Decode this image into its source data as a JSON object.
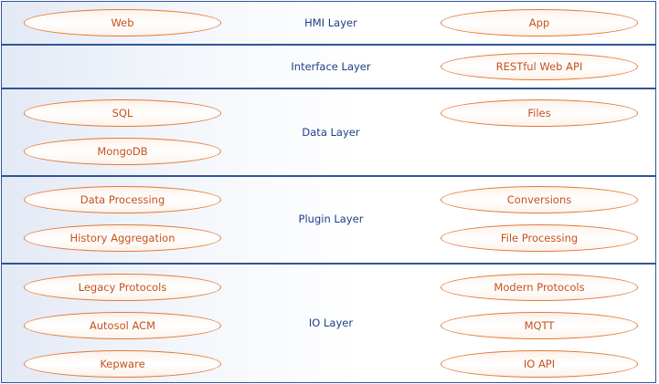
{
  "layers": {
    "hmi": {
      "label": "HMI Layer",
      "left": [
        "Web"
      ],
      "right": [
        "App"
      ]
    },
    "interface": {
      "label": "Interface Layer",
      "left": [],
      "right": [
        "RESTful Web API"
      ]
    },
    "data": {
      "label": "Data Layer",
      "left": [
        "SQL",
        "MongoDB"
      ],
      "right": [
        "Files"
      ]
    },
    "plugin": {
      "label": "Plugin Layer",
      "left": [
        "Data Processing",
        "History Aggregation"
      ],
      "right": [
        "Conversions",
        "File Processing"
      ]
    },
    "io": {
      "label": "IO Layer",
      "left": [
        "Legacy Protocols",
        "Autosol ACM",
        "Kepware"
      ],
      "right": [
        "Modern Protocols",
        "MQTT",
        "IO API"
      ]
    }
  },
  "colors": {
    "layer_border": "#2f5597",
    "layer_text": "#1f3f86",
    "pill_border": "#e07a3a",
    "pill_text": "#c5501b"
  }
}
